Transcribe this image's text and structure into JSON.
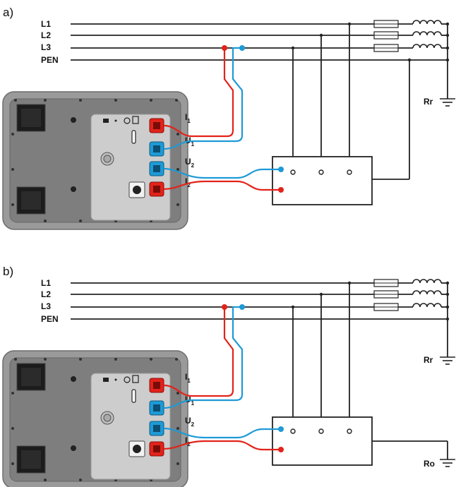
{
  "panels": [
    {
      "label": "a)",
      "lines": [
        "L1",
        "L2",
        "L3",
        "PEN"
      ],
      "terminals": [
        "I1",
        "U1",
        "U2",
        "I2"
      ],
      "ground_labels": [
        "Rr"
      ]
    },
    {
      "label": "b)",
      "lines": [
        "L1",
        "L2",
        "L3",
        "PEN"
      ],
      "terminals": [
        "I1",
        "U1",
        "U2",
        "I2"
      ],
      "ground_labels": [
        "Rr",
        "Ro"
      ]
    }
  ],
  "colors": {
    "red": "#e2231a",
    "blue": "#1e9ad6",
    "line": "#222222",
    "meter_body": "#8c8c8c",
    "meter_panel": "#c8c8c8"
  }
}
